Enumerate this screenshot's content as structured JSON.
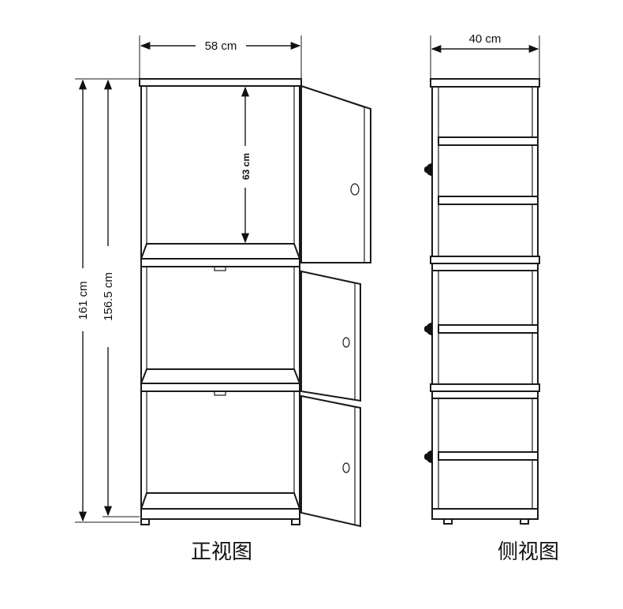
{
  "dimensions": {
    "width": "58 cm",
    "depth": "40 cm",
    "compartment_height": "63 cm",
    "total_height": "161 cm",
    "body_height": "156.5 cm"
  },
  "captions": {
    "front_view": "正视图",
    "side_view": "侧视图"
  }
}
